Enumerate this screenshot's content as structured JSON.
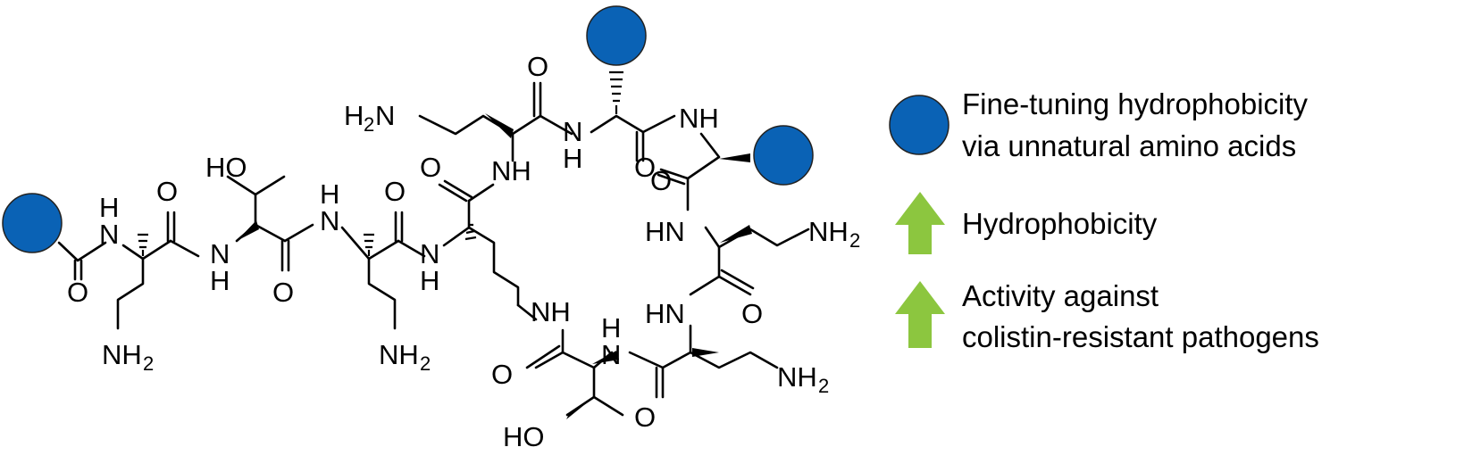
{
  "atoms": {
    "nh": "NH",
    "hn": "HN",
    "n": "N",
    "h": "H",
    "o": "O",
    "ho": "HO",
    "nh2_main": "NH",
    "nh2_sub": "2",
    "h2n_main_h": "H",
    "h2n_sub": "2",
    "h2n_main_n": "N"
  },
  "legend": {
    "blue_line1": "Fine-tuning hydrophobicity",
    "blue_line2": "via unnatural amino acids",
    "arrow1_label": "Hydrophobicity",
    "arrow2_line1": "Activity against",
    "arrow2_line2": "colistin-resistant pathogens"
  },
  "colors": {
    "blue_ball": "#0a62b5",
    "green_arrow": "#8cc63f"
  },
  "icons": {
    "blue_ball": "blue-circle-icon",
    "up_arrow": "green-up-arrow-icon"
  }
}
